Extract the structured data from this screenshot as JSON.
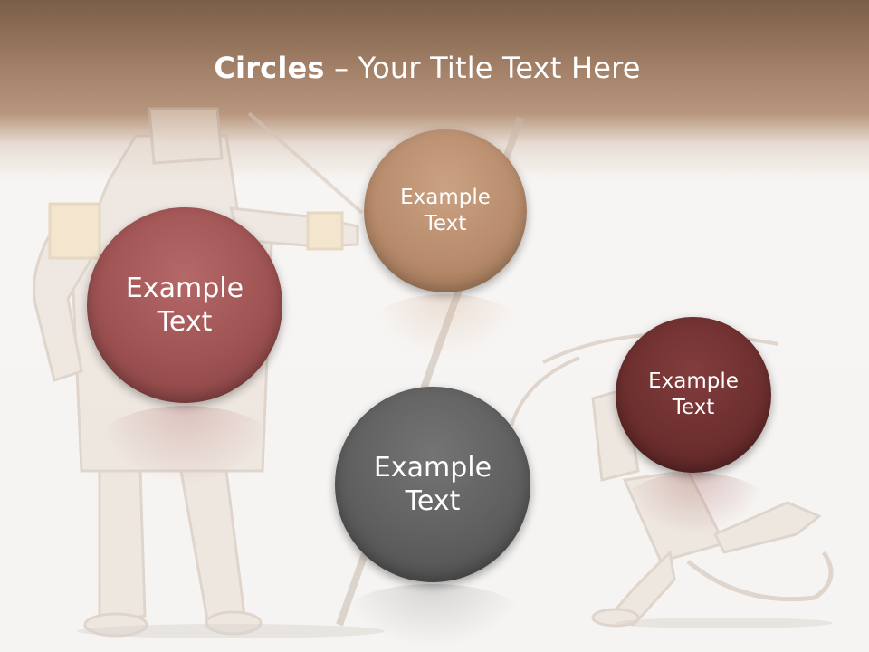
{
  "title": {
    "bold": "Circles",
    "rest": " – Your Title Text Here"
  },
  "circles": [
    {
      "label": "Example\nText",
      "line1": "Example",
      "line2": "Text",
      "color": "#9e5252"
    },
    {
      "label": "Example\nText",
      "line1": "Example",
      "line2": "Text",
      "color": "#b88c6c"
    },
    {
      "label": "Example\nText",
      "line1": "Example",
      "line2": "Text",
      "color": "#5f5f5f"
    },
    {
      "label": "Example\nText",
      "line1": "Example",
      "line2": "Text",
      "color": "#6e2f2f"
    }
  ]
}
